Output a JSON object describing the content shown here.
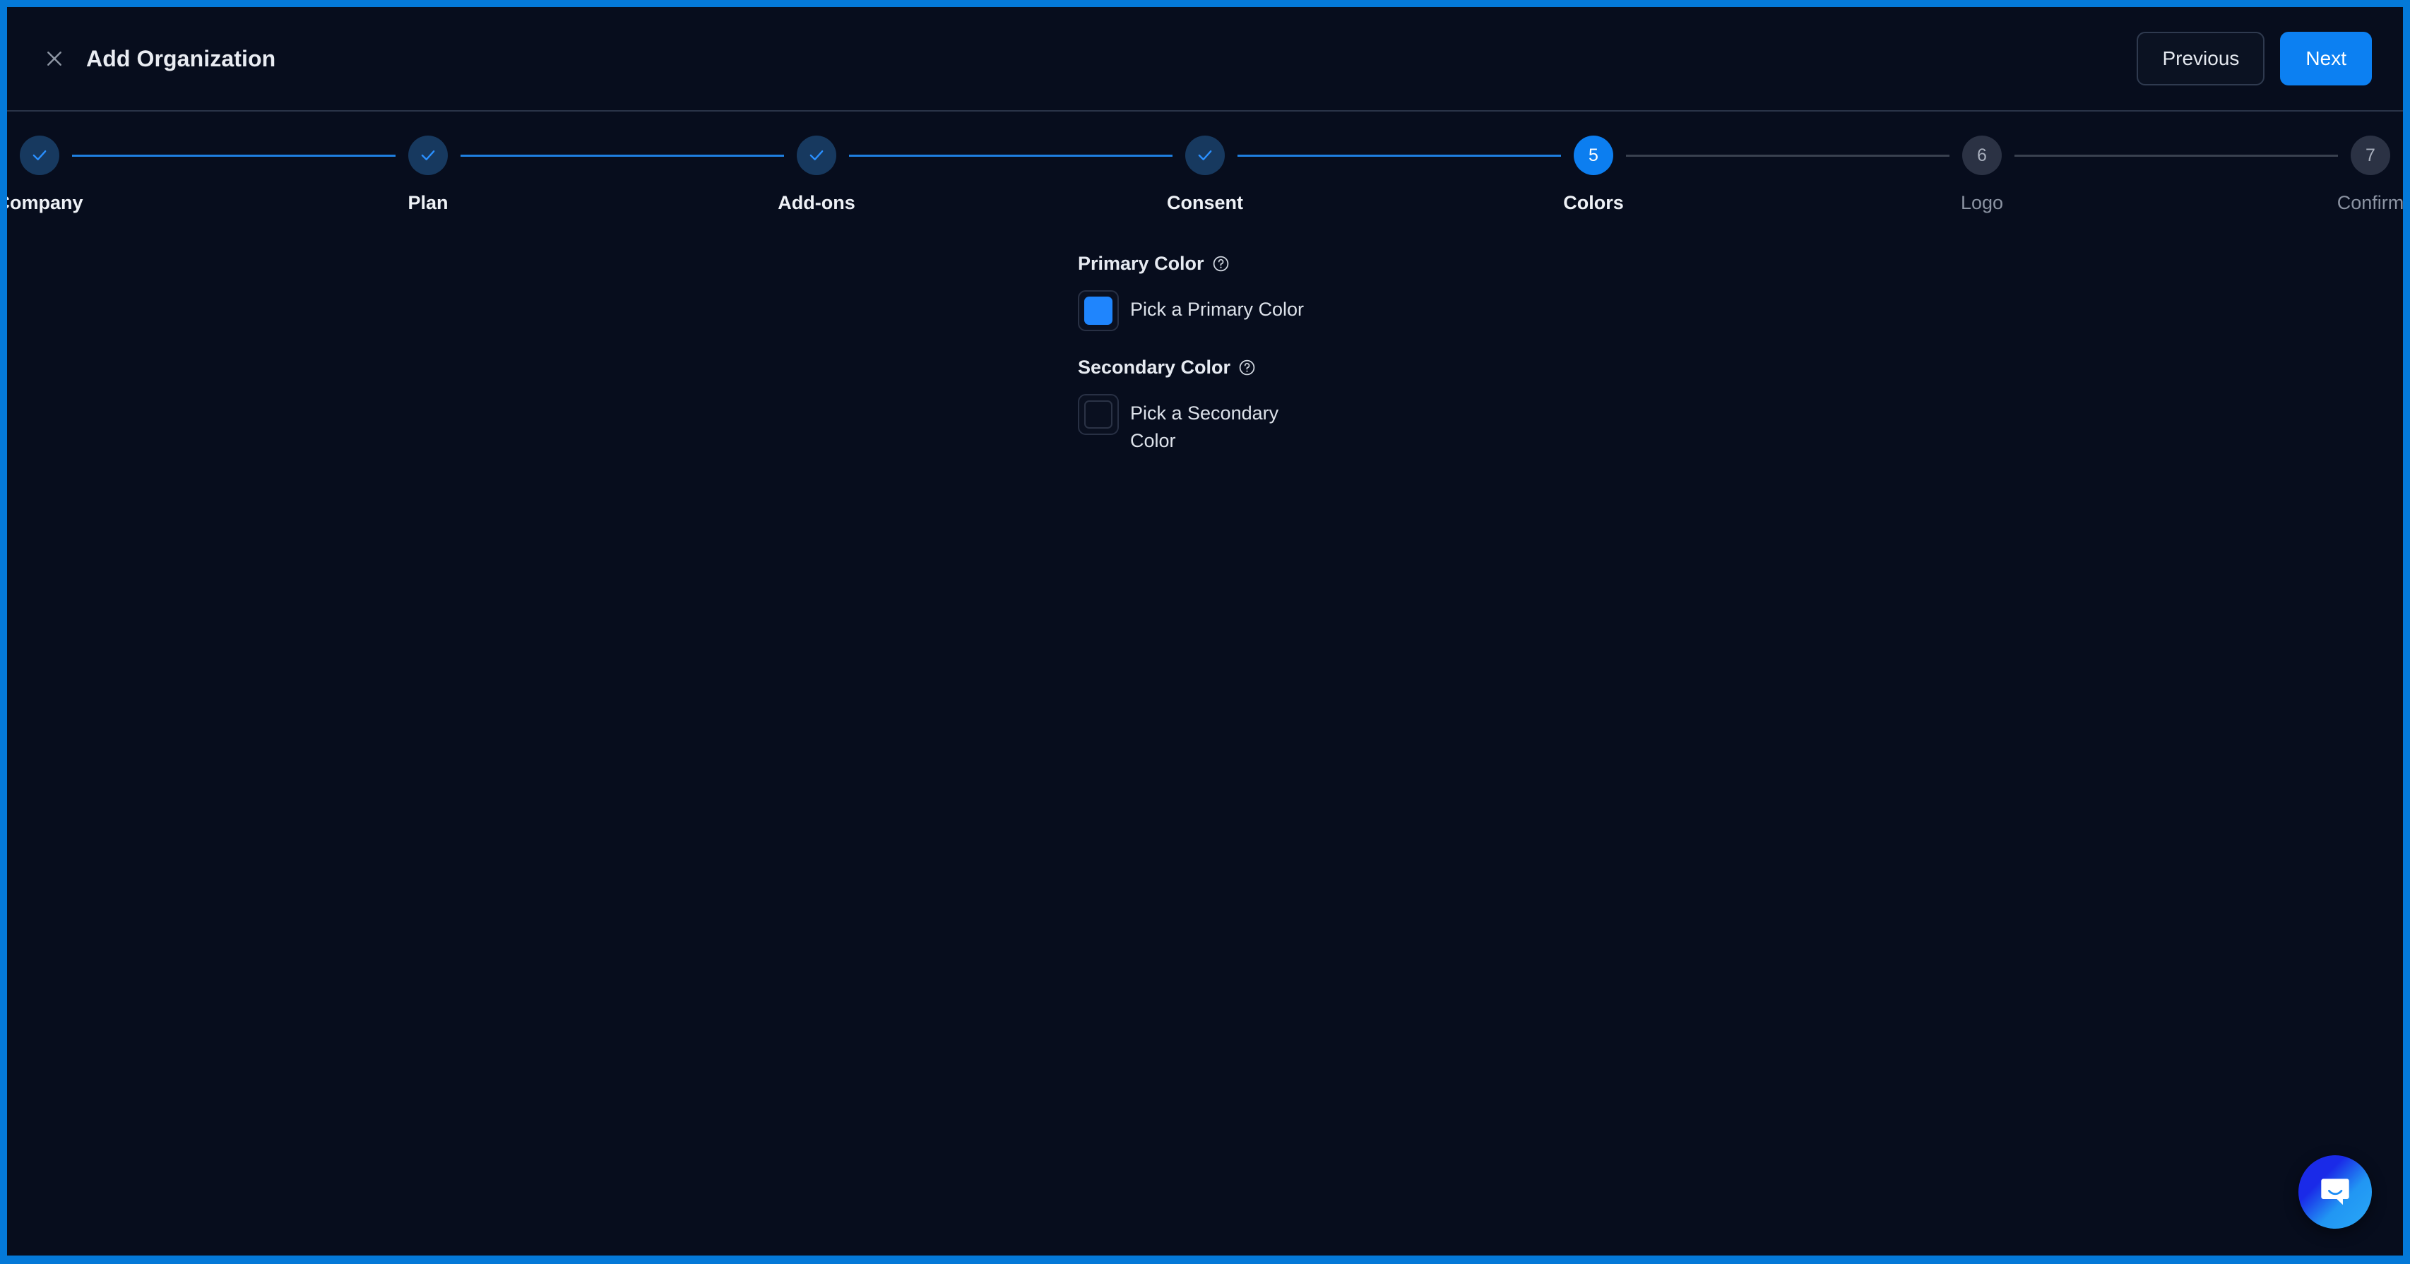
{
  "theme": {
    "frame_border": "#0479d8",
    "background": "#070d1d",
    "accent": "#0c80f2",
    "done_circle": "#17395f",
    "done_check": "#2a90ff",
    "todo_circle": "#2b3244",
    "muted_text": "#8b93a2"
  },
  "header": {
    "close_icon": "close-icon",
    "title": "Add Organization",
    "previous_label": "Previous",
    "next_label": "Next"
  },
  "stepper": {
    "current_step": 5,
    "total_steps": 7,
    "steps": [
      {
        "number": "1",
        "label": "Company",
        "state": "done",
        "marker": "check"
      },
      {
        "number": "2",
        "label": "Plan",
        "state": "done",
        "marker": "check"
      },
      {
        "number": "3",
        "label": "Add-ons",
        "state": "done",
        "marker": "check"
      },
      {
        "number": "4",
        "label": "Consent",
        "state": "done",
        "marker": "check"
      },
      {
        "number": "5",
        "label": "Colors",
        "state": "active",
        "marker": "5"
      },
      {
        "number": "6",
        "label": "Logo",
        "state": "todo",
        "marker": "6"
      },
      {
        "number": "7",
        "label": "Confirm",
        "state": "todo",
        "marker": "7"
      }
    ]
  },
  "main": {
    "primary": {
      "label": "Primary Color",
      "help_icon": "help-circle-icon",
      "swatch_value": "#1f85fd",
      "swatch_state": "filled",
      "picker_text": "Pick a Primary Color"
    },
    "secondary": {
      "label": "Secondary Color",
      "help_icon": "help-circle-icon",
      "swatch_value": "",
      "swatch_state": "empty",
      "picker_text": "Pick a Secondary Color"
    }
  },
  "chat": {
    "icon": "chat-bubble-icon"
  }
}
